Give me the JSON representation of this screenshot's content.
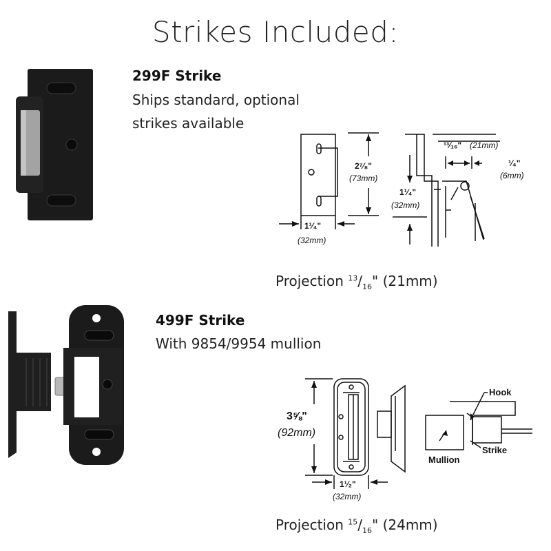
{
  "page": {
    "title": "Strikes Included:"
  },
  "strike_299": {
    "name": "299F Strike",
    "desc_line1": "Ships standard, optional",
    "desc_line2": "strikes available",
    "projection_prefix": "Projection ",
    "projection_num": "13",
    "projection_den": "16",
    "projection_suffix": "\" (21mm)",
    "dims": {
      "height_in": "2⁷⁄₈\"",
      "height_mm": "(73mm)",
      "width_in": "1¹⁄₄\"",
      "width_mm": "(32mm)",
      "offset_in": "1¹⁄₄\"",
      "offset_mm": "(32mm)",
      "proj_in": "¹³⁄₁₆\"",
      "proj_mm": "(21mm)",
      "gap_in": "¹⁄₄\"",
      "gap_mm": "(6mm)"
    }
  },
  "strike_499": {
    "name": "499F Strike",
    "desc_line1": "With 9854/9954 mullion",
    "projection_prefix": "Projection ",
    "projection_num": "15",
    "projection_den": "16",
    "projection_suffix": "\" (24mm)",
    "dims": {
      "height_in": "3⅝\"",
      "height_mm": "(92mm)",
      "width_in": "1¹⁄₂\"",
      "width_mm": "(32mm)"
    },
    "callouts": {
      "hook": "Hook",
      "mullion": "Mullion",
      "strike": "Strike"
    }
  },
  "colors": {
    "product": "#1b1b1b",
    "roller": "#9a9a9a",
    "line": "#111111"
  }
}
